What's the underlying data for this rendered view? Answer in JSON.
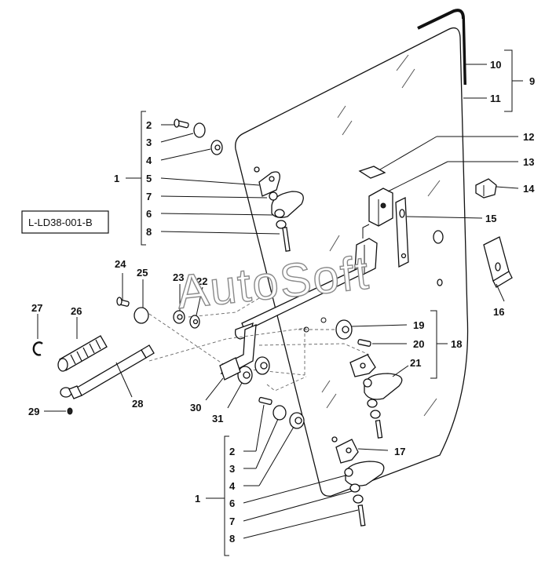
{
  "diagram": {
    "reference_code": "L-LD38-001-B",
    "watermark": "AutoSoft",
    "callouts": [
      {
        "id": "c1a",
        "label": "1"
      },
      {
        "id": "c2a",
        "label": "2"
      },
      {
        "id": "c3a",
        "label": "3"
      },
      {
        "id": "c4a",
        "label": "4"
      },
      {
        "id": "c5",
        "label": "5"
      },
      {
        "id": "c7a",
        "label": "7"
      },
      {
        "id": "c6a",
        "label": "6"
      },
      {
        "id": "c8a",
        "label": "8"
      },
      {
        "id": "c9",
        "label": "9"
      },
      {
        "id": "c10",
        "label": "10"
      },
      {
        "id": "c11",
        "label": "11"
      },
      {
        "id": "c12",
        "label": "12"
      },
      {
        "id": "c13",
        "label": "13"
      },
      {
        "id": "c14",
        "label": "14"
      },
      {
        "id": "c15",
        "label": "15"
      },
      {
        "id": "c16",
        "label": "16"
      },
      {
        "id": "c17",
        "label": "17"
      },
      {
        "id": "c18",
        "label": "18"
      },
      {
        "id": "c19",
        "label": "19"
      },
      {
        "id": "c20",
        "label": "20"
      },
      {
        "id": "c21",
        "label": "21"
      },
      {
        "id": "c22",
        "label": "22"
      },
      {
        "id": "c23",
        "label": "23"
      },
      {
        "id": "c24",
        "label": "24"
      },
      {
        "id": "c25",
        "label": "25"
      },
      {
        "id": "c26",
        "label": "26"
      },
      {
        "id": "c27",
        "label": "27"
      },
      {
        "id": "c28",
        "label": "28"
      },
      {
        "id": "c29",
        "label": "29"
      },
      {
        "id": "c30",
        "label": "30"
      },
      {
        "id": "c31",
        "label": "31"
      },
      {
        "id": "c1b",
        "label": "1"
      },
      {
        "id": "c2b",
        "label": "2"
      },
      {
        "id": "c3b",
        "label": "3"
      },
      {
        "id": "c4b",
        "label": "4"
      },
      {
        "id": "c6b",
        "label": "6"
      },
      {
        "id": "c7b",
        "label": "7"
      },
      {
        "id": "c8b",
        "label": "8"
      }
    ]
  }
}
